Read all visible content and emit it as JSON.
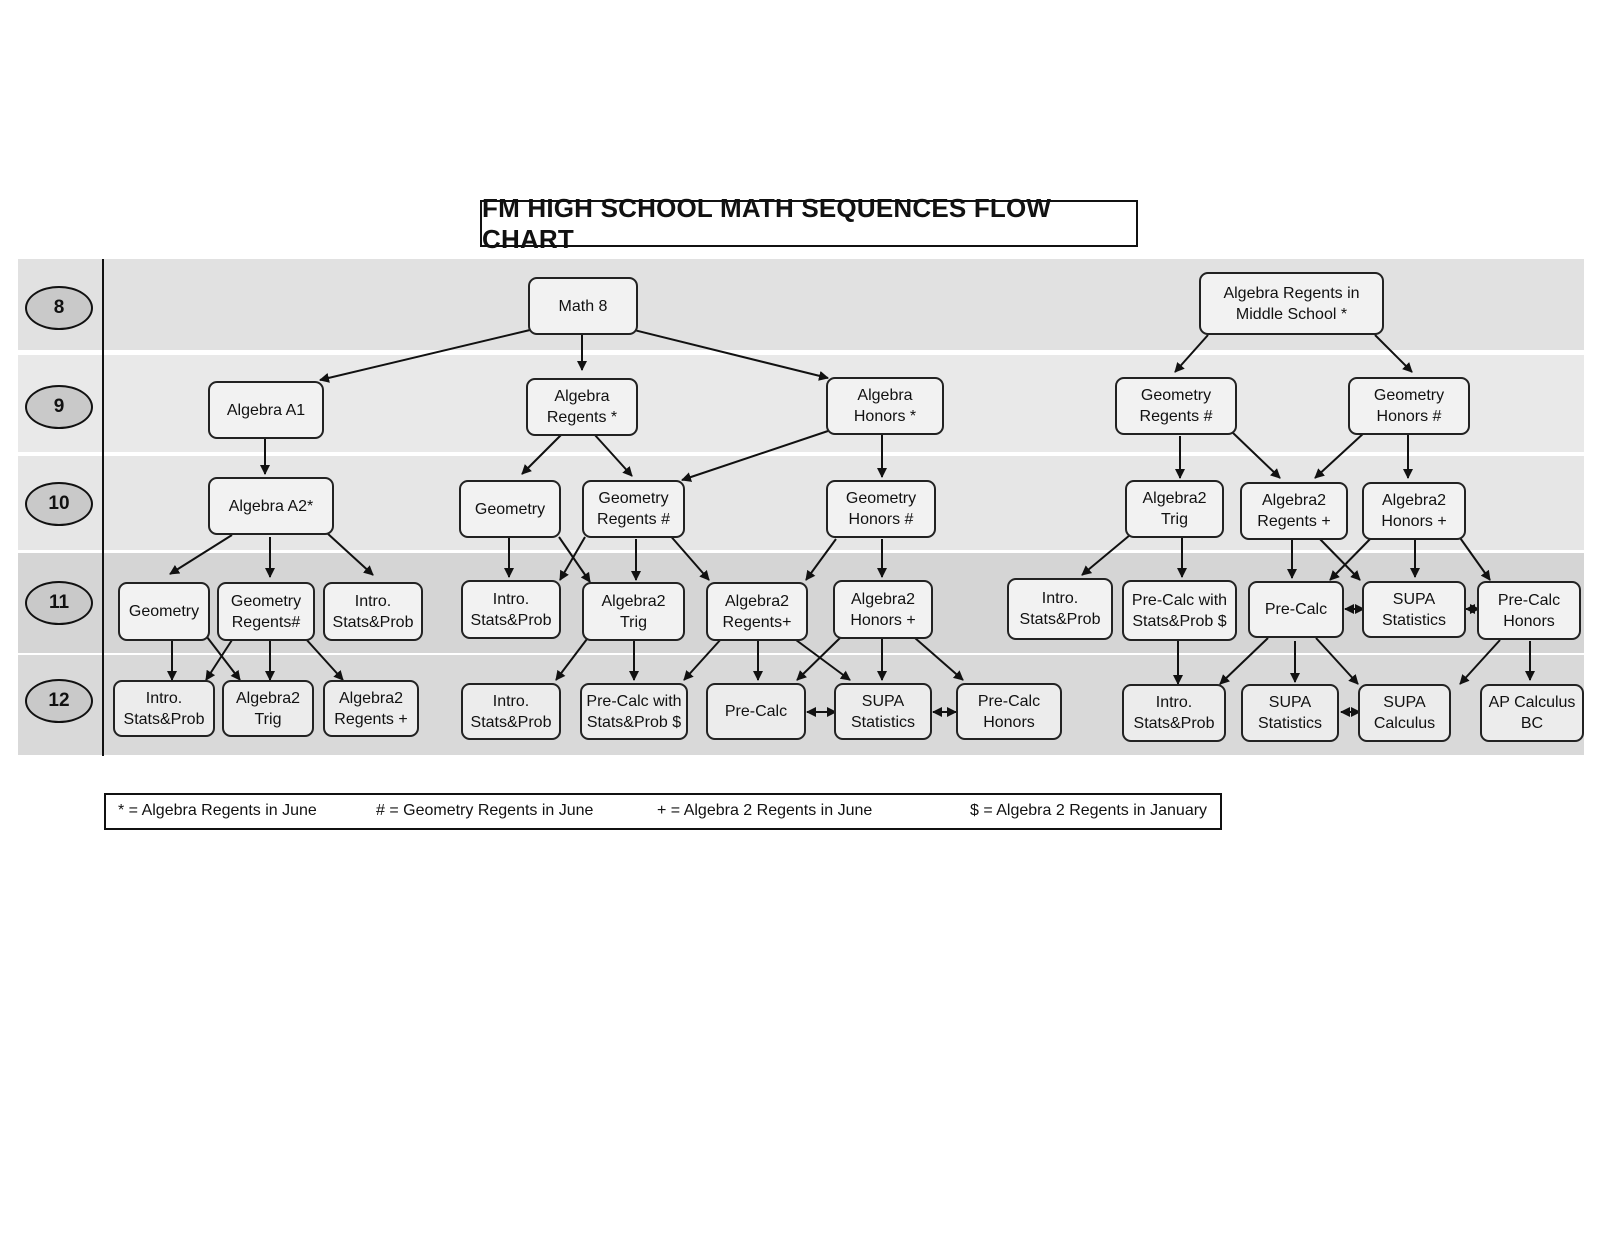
{
  "title": "FM HIGH SCHOOL MATH SEQUENCES FLOW CHART",
  "grades": [
    "8",
    "9",
    "10",
    "11",
    "12"
  ],
  "nodes": {
    "math8": "Math 8",
    "alg_ms": "Algebra Regents  in\nMiddle School *",
    "alg_a1": "Algebra A1",
    "alg_reg9": "Algebra\nRegents *",
    "alg_hon9": "Algebra\nHonors *",
    "geo_reg9": "Geometry\nRegents #",
    "geo_hon9": "Geometry\nHonors #",
    "alg_a2": "Algebra A2*",
    "geo10": "Geometry",
    "geo_reg10": "Geometry\nRegents #",
    "geo_hon10": "Geometry\nHonors #",
    "a2trig10": "Algebra2\nTrig",
    "a2reg10": "Algebra2\nRegents +",
    "a2hon10": "Algebra2\nHonors +",
    "geo11a": "Geometry",
    "georeg11a": "Geometry\nRegents#",
    "intro11a": "Intro.\nStats&Prob",
    "intro11b": "Intro.\nStats&Prob",
    "a2trig11b": "Algebra2\nTrig",
    "a2reg11b": "Algebra2\nRegents+",
    "a2hon11b": "Algebra2\nHonors +",
    "intro11c": "Intro.\nStats&Prob",
    "pcws11c": "Pre-Calc with\nStats&Prob $",
    "pc11d": "Pre-Calc",
    "supa11d": "SUPA\nStatistics",
    "pch11d": "Pre-Calc\nHonors",
    "intro12a": "Intro.\nStats&Prob",
    "a2trig12a": "Algebra2\nTrig",
    "a2reg12a": "Algebra2\nRegents +",
    "intro12b": "Intro.\nStats&Prob",
    "pcws12b": "Pre-Calc with\nStats&Prob $",
    "pc12b": "Pre-Calc",
    "supa12b": "SUPA\nStatistics",
    "pch12b": "Pre-Calc\nHonors",
    "intro12d": "Intro.\nStats&Prob",
    "supa12d": "SUPA\nStatistics",
    "supacalc12d": "SUPA\nCalculus",
    "apcalc12d": "AP Calculus\nBC"
  },
  "legend": {
    "star": "* = Algebra Regents in June",
    "hash": "# = Geometry Regents in June",
    "plus": "+ = Algebra 2 Regents in June",
    "dollar": "$ = Algebra 2 Regents in January"
  }
}
